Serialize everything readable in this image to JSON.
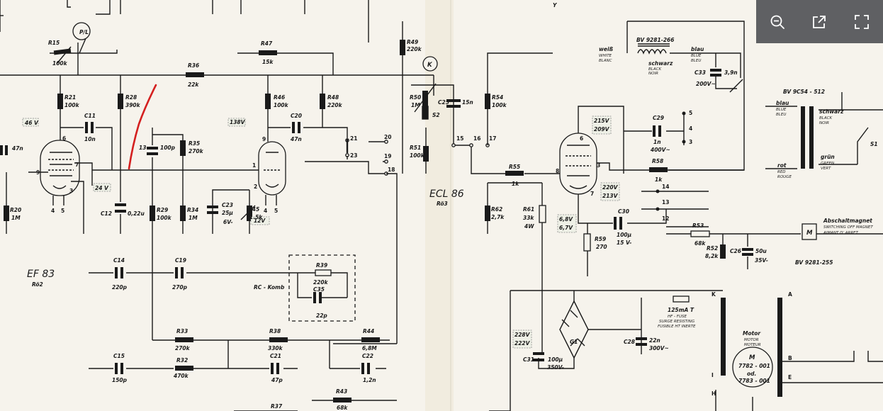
{
  "toolbar": {
    "zoom_out_icon": "zoom-out-icon",
    "open_external_icon": "open-external-icon",
    "fullscreen_icon": "fullscreen-icon"
  },
  "colors": {
    "annotation": "#d42020",
    "toolbar_bg": "#5f6063",
    "ink": "#1a1a1a"
  },
  "tubes": {
    "ef83": {
      "name": "EF 83",
      "ref": "Rö2"
    },
    "ecl86": {
      "name": "ECL 86",
      "ref": "Rö3"
    }
  },
  "resistors": {
    "r15": {
      "ref": "R15",
      "value": "100k"
    },
    "r47": {
      "ref": "R47",
      "value": "15k"
    },
    "r49": {
      "ref": "R49",
      "value": "220k"
    },
    "r36": {
      "ref": "R36",
      "value": "22k"
    },
    "r21": {
      "ref": "R21",
      "value": "100k"
    },
    "r28": {
      "ref": "R28",
      "value": "390k"
    },
    "r46": {
      "ref": "R46",
      "value": "100k"
    },
    "r48": {
      "ref": "R48",
      "value": "220k"
    },
    "r50": {
      "ref": "R50",
      "value": "1M"
    },
    "r54": {
      "ref": "R54",
      "value": "100k"
    },
    "r35": {
      "ref": "R35",
      "value": "270k"
    },
    "r51": {
      "ref": "R51",
      "value": "100k"
    },
    "r55": {
      "ref": "R55",
      "value": "1k"
    },
    "r58": {
      "ref": "R58",
      "value": "1k"
    },
    "r20": {
      "ref": "R20",
      "value": "1M"
    },
    "r29": {
      "ref": "R29",
      "value": "100k"
    },
    "r34": {
      "ref": "R34",
      "value": "1M"
    },
    "r45": {
      "ref": "R45",
      "value": "1.5k"
    },
    "r62": {
      "ref": "R62",
      "value": "2,7k"
    },
    "r61": {
      "ref": "R61",
      "value": "33k",
      "power": "4W"
    },
    "r59": {
      "ref": "R59",
      "value": "270"
    },
    "r53": {
      "ref": "R53",
      "value": "68k"
    },
    "r52": {
      "ref": "R52",
      "value": "8,2k"
    },
    "r39": {
      "ref": "R39",
      "value": "220k"
    },
    "r33": {
      "ref": "R33",
      "value": "270k"
    },
    "r38": {
      "ref": "R38",
      "value": "330k"
    },
    "r44": {
      "ref": "R44",
      "value": "6,8M"
    },
    "r32": {
      "ref": "R32",
      "value": "470k"
    },
    "r43": {
      "ref": "R43",
      "value": "68k"
    },
    "r37": {
      "ref": "R37",
      "value": ""
    }
  },
  "capacitors": {
    "c11": {
      "ref": "C11",
      "value": "10n"
    },
    "c20": {
      "ref": "C20",
      "value": "47n"
    },
    "c13": {
      "ref": "13",
      "value": "100p"
    },
    "c25": {
      "ref": "C25",
      "value": "15n"
    },
    "c33": {
      "ref": "C33",
      "value": "3,9n",
      "volt": "200V~"
    },
    "c29": {
      "ref": "C29",
      "value": "1n",
      "volt": "400V~"
    },
    "c12": {
      "ref": "C12",
      "value": "0,22u"
    },
    "c23": {
      "ref": "C23",
      "value": "25µ",
      "volt": "6V-"
    },
    "c30": {
      "ref": "C30",
      "value": "100µ",
      "volt": "15 V-"
    },
    "c26": {
      "ref": "C26",
      "value": "50u",
      "volt": "35V-"
    },
    "c14": {
      "ref": "C14",
      "value": "220p"
    },
    "c19": {
      "ref": "C19",
      "value": "270p"
    },
    "c35": {
      "ref": "C35",
      "value": "22p"
    },
    "c15": {
      "ref": "C15",
      "value": "150p"
    },
    "c21": {
      "ref": "C21",
      "value": "47p"
    },
    "c22": {
      "ref": "C22",
      "value": "1,2n"
    },
    "c28": {
      "ref": "C28",
      "value": "22n",
      "volt": "300V~"
    },
    "c31": {
      "ref": "C31",
      "value": "100µ",
      "volt": "350V-"
    },
    "c_left": {
      "value": "47n"
    }
  },
  "voltages": {
    "v46": "46 V",
    "v24": "24 V",
    "v138": "138V",
    "v12": "12V",
    "v215": "215V",
    "v209": "209V",
    "v220": "220V",
    "v213": "213V",
    "v68": "6,8V",
    "v67": "6,7V",
    "v228": "228V",
    "v222": "222V"
  },
  "markers": {
    "pl": "P/L",
    "k": "K",
    "s2": "S2",
    "s1": "S1",
    "rc_komb": "RC - Komb",
    "g1": "G1"
  },
  "pins": {
    "p20": "20",
    "p21": "21",
    "p23": "23",
    "p19": "19",
    "p18": "18",
    "p15": "15",
    "p16": "16",
    "p17": "17",
    "p5": "5",
    "p4": "4",
    "p3": "3",
    "p14": "14",
    "p13": "13",
    "p12": "12",
    "tube1_9": "9",
    "tube1_6": "6",
    "tube1_7": "7",
    "tube1_4": "4",
    "tube1_5": "5",
    "tube1_3": "3",
    "tube2_9": "9",
    "tube2_1": "1",
    "tube2_2": "2",
    "tube2_4": "4",
    "tube2_5": "5",
    "tube3_6": "6",
    "tube3_8": "8",
    "tube3_3": "3",
    "tube3_7": "7",
    "letter_k": "K",
    "letter_h": "H",
    "letter_i": "I",
    "letter_a": "A",
    "letter_b": "B",
    "letter_e": "E"
  },
  "transformers": {
    "bv9281_266": {
      "ref": "BV 9281-266"
    },
    "bv9c54_512": {
      "ref": "BV 9C54 - 512"
    },
    "bv9281_255": {
      "ref": "BV 9281-255"
    }
  },
  "wire_labels": {
    "weiss": "weiß",
    "white": "WHITE",
    "blanc": "BLANC",
    "blau": "blau",
    "blue": "BLUE",
    "bleu": "BLEU",
    "schwarz": "schwarz",
    "black": "BLACK",
    "noir": "NOIR",
    "blau2": "blau",
    "blue2": "BLUE",
    "bleu2": "BLEU",
    "schwarz2": "schwarz",
    "black2": "BLACK",
    "noir2": "NOIR",
    "gruen": "grün",
    "green": "GREEN",
    "vert": "VERT",
    "rot": "rot",
    "red": "RED",
    "rouge": "ROUGE"
  },
  "magnet": {
    "title": "Abschaltmagnet",
    "en": "SWITCHING OFF MAGNET",
    "fr": "AIMANT D' ARRET",
    "m": "M"
  },
  "fuse": {
    "value": "125mA T",
    "line1": "HF - FUSE",
    "line2": "SURGE RESISTING",
    "line3": "FUSIBLE HT INERTE"
  },
  "motor": {
    "title": "Motor",
    "en": "MOTOR",
    "fr": "MOTEUR",
    "m": "M",
    "part1": "7782 - 001",
    "od": "od.",
    "part2": "7783 - 001"
  },
  "y_label": "Y"
}
